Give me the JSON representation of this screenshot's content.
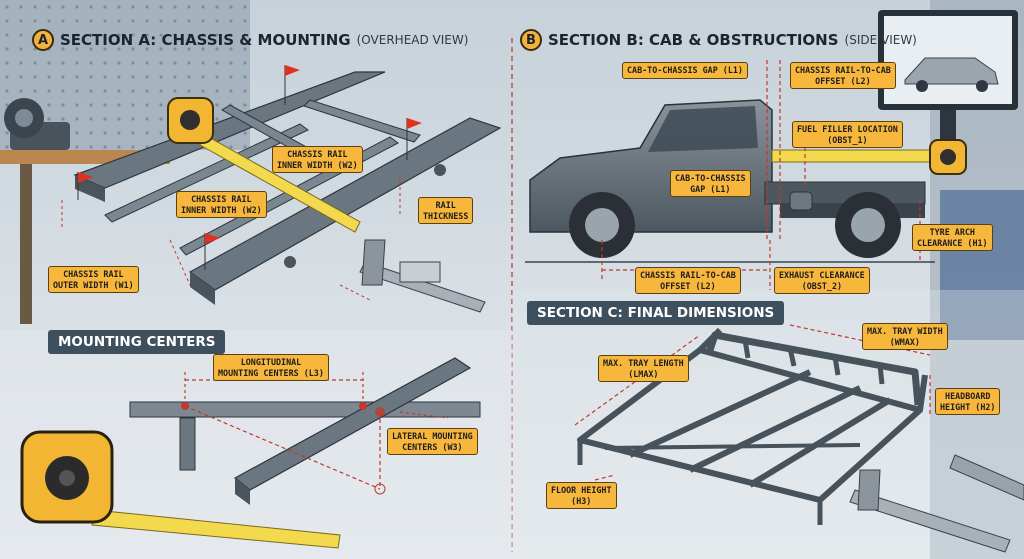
{
  "sections": {
    "a": {
      "letter": "A",
      "title": "SECTION A: CHASSIS & MOUNTING",
      "subtitle": "(OVERHEAD VIEW)"
    },
    "b": {
      "letter": "B",
      "title": "SECTION B: CAB & OBSTRUCTIONS",
      "subtitle": "(SIDE VIEW)"
    },
    "c": {
      "title": "SECTION C: FINAL DIMENSIONS"
    },
    "mounting": {
      "title": "MOUNTING CENTERS"
    }
  },
  "labels": {
    "rail_inner_width_top": [
      "CHASSIS RAIL",
      "INNER WIDTH (W2)"
    ],
    "rail_inner_width_mid": [
      "CHASSIS RAIL",
      "INNER WIDTH (W2)"
    ],
    "rail_thickness": [
      "RAIL",
      "THICKNESS"
    ],
    "rail_outer_width": [
      "CHASSIS RAIL",
      "OUTER WIDTH (W1)"
    ],
    "longitudinal_centers": [
      "LONGITUDINAL",
      "MOUNTING CENTERS (L3)"
    ],
    "lateral_centers": [
      "LATERAL MOUNTING",
      "CENTERS (W3)"
    ],
    "cab_gap_top": [
      "CAB-TO-CHASSIS GAP (L1)"
    ],
    "rail_to_cab_top": [
      "CHASSIS RAIL-TO-CAB",
      "OFFSET (L2)"
    ],
    "fuel_filler": [
      "FUEL FILLER LOCATION",
      "(OBST_1)"
    ],
    "cab_gap_mid": [
      "CAB-TO-CHASSIS",
      "GAP (L1)"
    ],
    "tyre_arch": [
      "TYRE ARCH",
      "CLEARANCE (H1)"
    ],
    "rail_to_cab_bottom": [
      "CHASSIS RAIL-TO-CAB",
      "OFFSET (L2)"
    ],
    "exhaust": [
      "EXHAUST CLEARANCE",
      "(OBST_2)"
    ],
    "tray_length": [
      "MAX. TRAY LENGTH",
      "(LMAX)"
    ],
    "tray_width": [
      "MAX. TRAY WIDTH",
      "(WMAX)"
    ],
    "headboard": [
      "HEADBOARD",
      "HEIGHT (H2)"
    ],
    "floor_height": [
      "FLOOR HEIGHT",
      "(H3)"
    ]
  },
  "colors": {
    "accent": "#f6b73c",
    "steel": "#5c6872",
    "dim_line": "#c0392b",
    "flag": "#e0301e"
  }
}
